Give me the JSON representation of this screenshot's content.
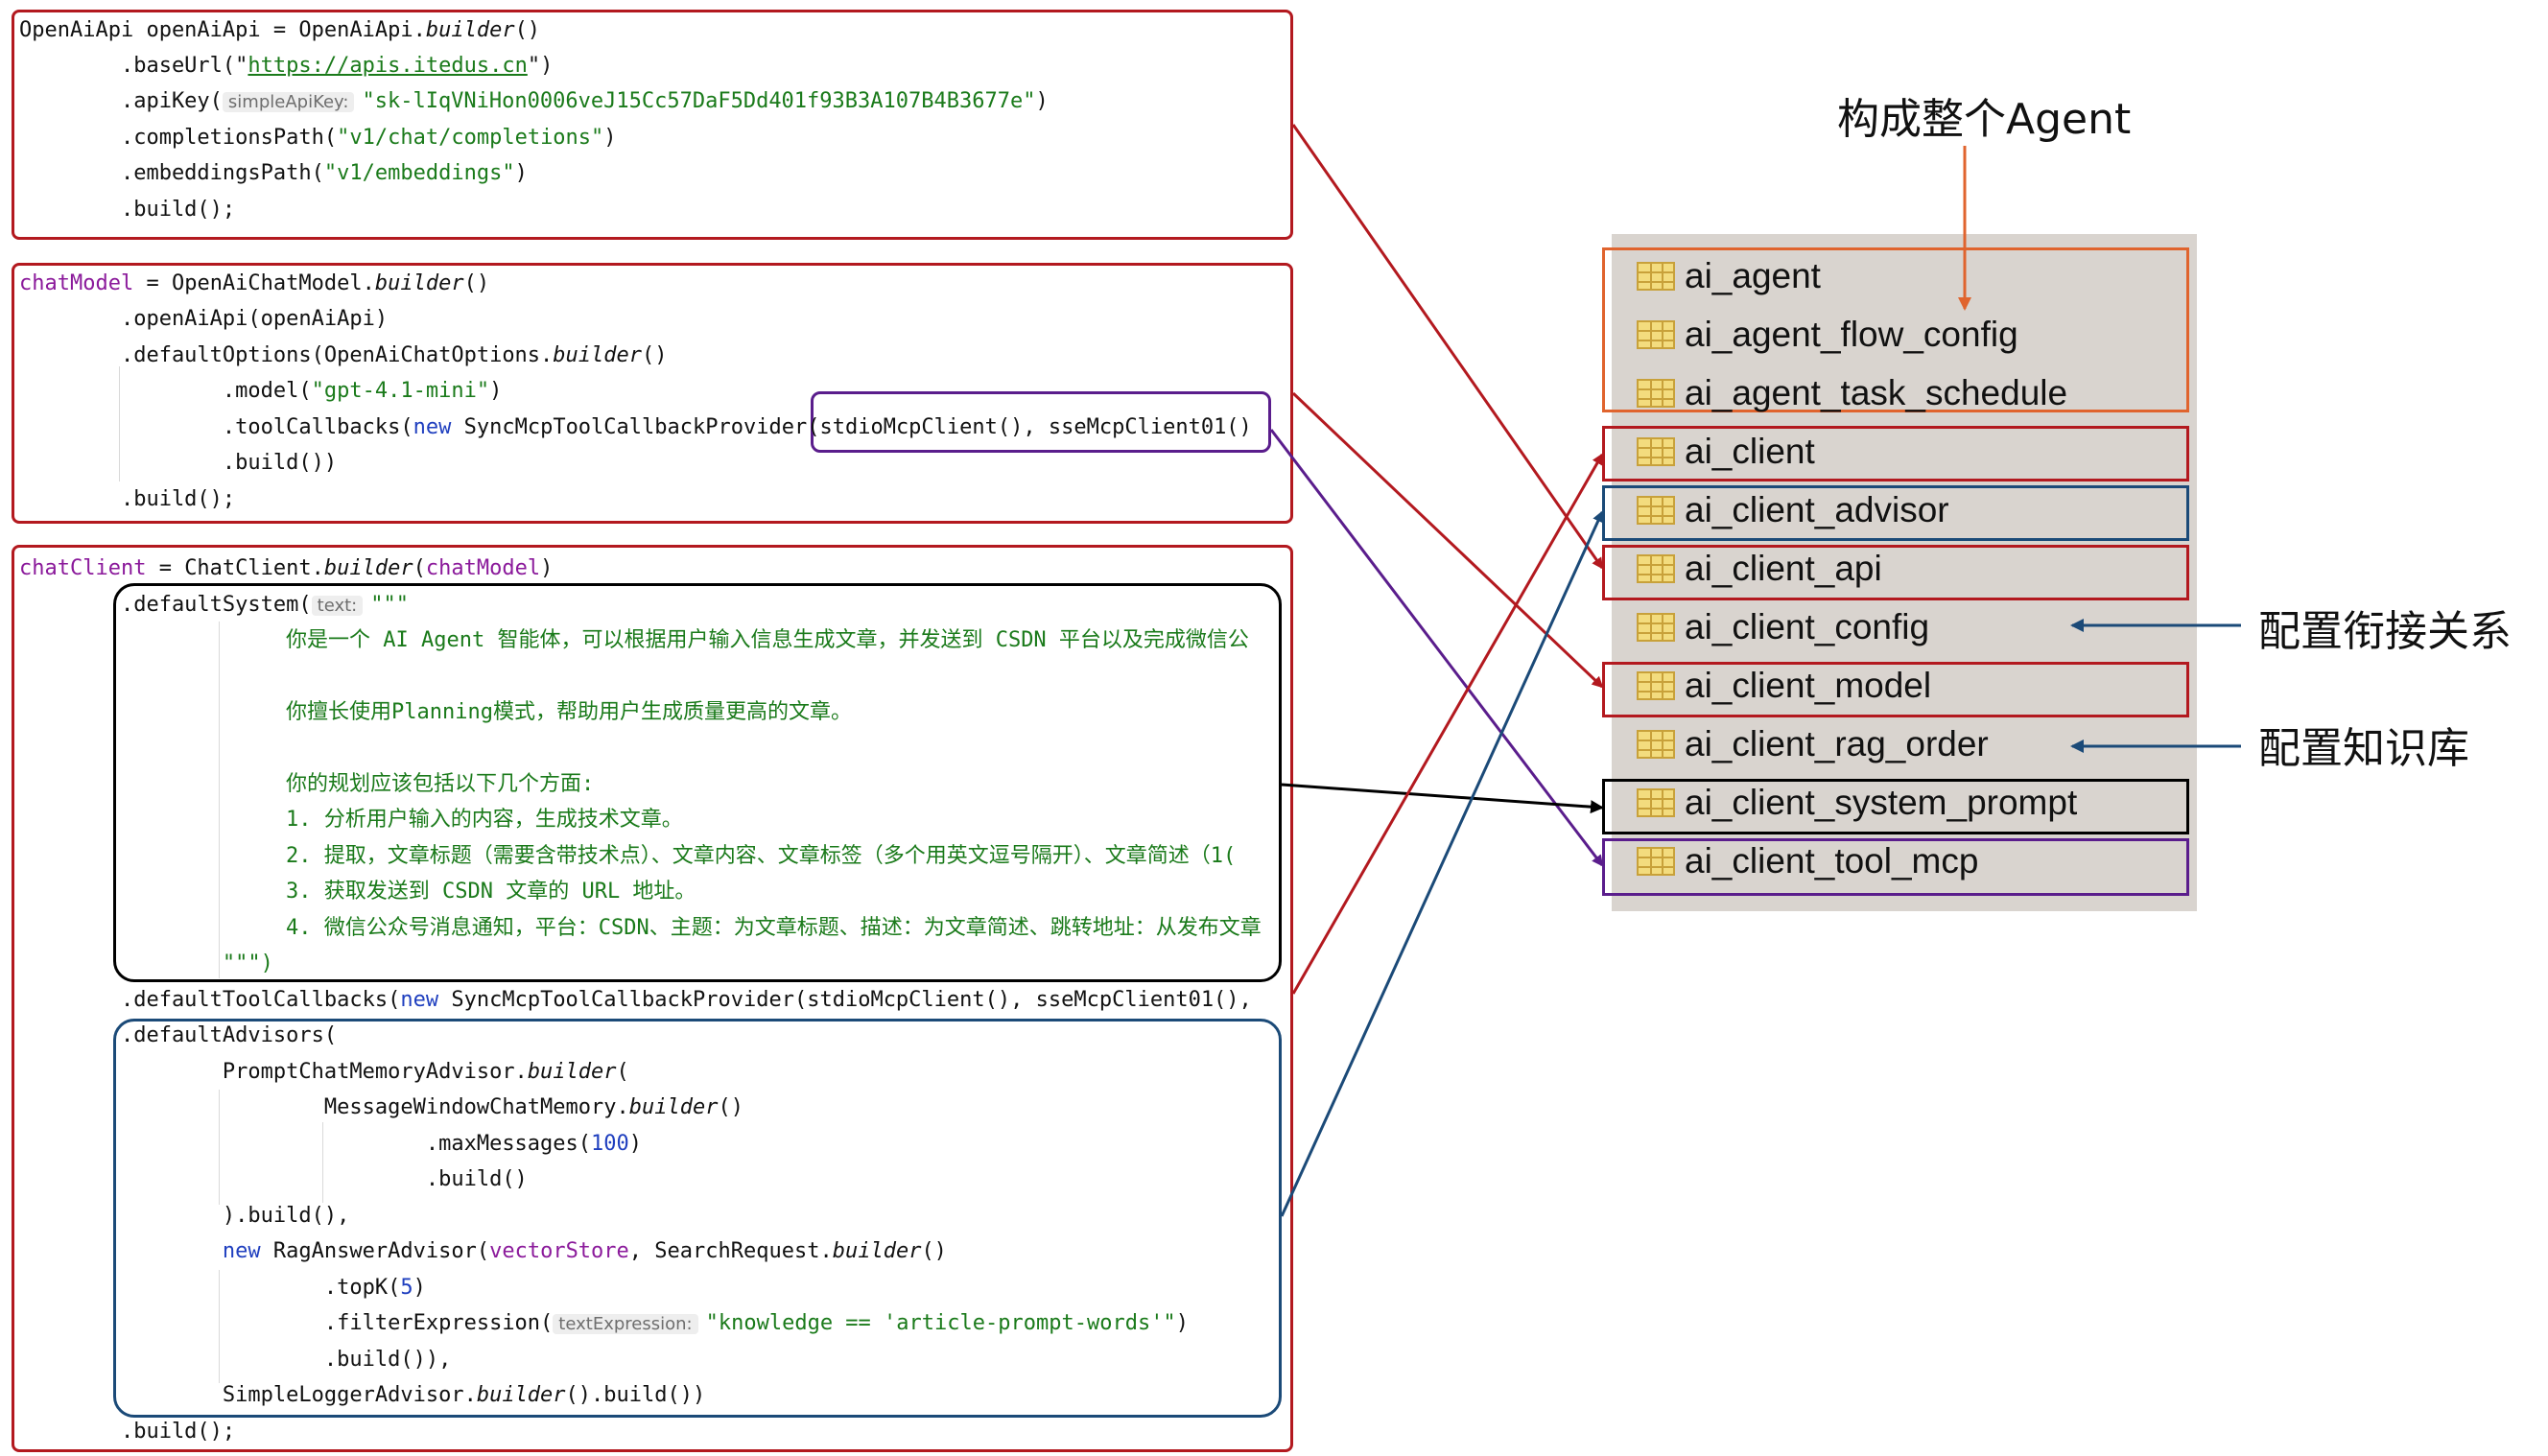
{
  "code": {
    "api": {
      "l1_decl": "OpenAiApi openAiApi = OpenAiApi.",
      "l1_builder": "builder",
      "l1_end": "()",
      "l2_pre": "        .baseUrl(\"",
      "l2_url": "https://apis.itedus.cn",
      "l2_end": "\")",
      "l3_pre": "        .apiKey(",
      "l3_hint": "simpleApiKey:",
      "l3_val": "\"sk-lIqVNiHon0006veJ15Cc57DaF5Dd401f93B3A107B4B3677e\"",
      "l3_end": ")",
      "l4_pre": "        .completionsPath(",
      "l4_val": "\"v1/chat/completions\"",
      "l4_end": ")",
      "l5_pre": "        .embeddingsPath(",
      "l5_val": "\"v1/embeddings\"",
      "l5_end": ")",
      "l6": "        .build();"
    },
    "model": {
      "l1_var": "chatModel",
      "l1_mid": " = OpenAiChatModel.",
      "l1_builder": "builder",
      "l1_end": "()",
      "l2": "        .openAiApi(openAiApi)",
      "l3_pre": "        .defaultOptions(OpenAiChatOptions.",
      "l3_builder": "builder",
      "l3_end": "()",
      "l4_pre": "                .model(",
      "l4_val": "\"gpt-4.1-mini\"",
      "l4_end": ")",
      "l5_pre": "                .toolCallbacks(",
      "l5_kw": "new",
      "l5_rest": " SyncMcpToolCallbackProvider(stdioMcpClient(), sseMcpClient01()",
      "l6": "                .build())",
      "l7": "        .build();"
    },
    "client": {
      "l1_var": "chatClient",
      "l1_mid": " = ChatClient.",
      "l1_builder": "builder",
      "l1_paren": "(",
      "l1_arg": "chatModel",
      "l1_end": ")",
      "l2_pre": "        .defaultSystem(",
      "l2_hint": "text:",
      "l2_end": "\"\"\"",
      "p1": "你是一个 AI Agent 智能体，可以根据用户输入信息生成文章，并发送到 CSDN 平台以及完成微信公",
      "p2": "你擅长使用Planning模式，帮助用户生成质量更高的文章。",
      "p3": "你的规划应该包括以下几个方面:",
      "p4": "1. 分析用户输入的内容，生成技术文章。",
      "p5": "2. 提取，文章标题（需要含带技术点）、文章内容、文章标签（多个用英文逗号隔开）、文章简述（1(",
      "p6": "3. 获取发送到 CSDN 文章的 URL 地址。",
      "p7": "4. 微信公众号消息通知，平台：CSDN、主题：为文章标题、描述：为文章简述、跳转地址：从发布文章",
      "l_close": "                \"\"\")",
      "l_tools_pre": "        .defaultToolCallbacks(",
      "l_tools_kw": "new",
      "l_tools_rest": " SyncMcpToolCallbackProvider(stdioMcpClient(), sseMcpClient01(),",
      "l_adv": "        .defaultAdvisors(",
      "a1_pre": "                PromptChatMemoryAdvisor.",
      "a1_builder": "builder",
      "a1_end": "(",
      "a2_pre": "                        MessageWindowChatMemory.",
      "a2_builder": "builder",
      "a2_end": "()",
      "a3_pre": "                                .maxMessages(",
      "a3_num": "100",
      "a3_end": ")",
      "a4": "                                .build()",
      "a5": "                ).build(),",
      "a6_kw": "new",
      "a6_mid": " RagAnswerAdvisor(",
      "a6_var": "vectorStore",
      "a6_mid2": ", SearchRequest.",
      "a6_builder": "builder",
      "a6_end": "()",
      "a7_pre": "                        .topK(",
      "a7_num": "5",
      "a7_end": ")",
      "a8_pre": "                        .filterExpression(",
      "a8_hint": "textExpression:",
      "a8_val": "\"knowledge == 'article-prompt-words'\"",
      "a8_end": ")",
      "a9": "                        .build()),",
      "a10_pre": "                SimpleLoggerAdvisor.",
      "a10_builder": "builder",
      "a10_end": "().build())",
      "l_final": "        .build();"
    }
  },
  "tables": [
    {
      "name": "ai_agent"
    },
    {
      "name": "ai_agent_flow_config"
    },
    {
      "name": "ai_agent_task_schedule"
    },
    {
      "name": "ai_client"
    },
    {
      "name": "ai_client_advisor"
    },
    {
      "name": "ai_client_api"
    },
    {
      "name": "ai_client_config"
    },
    {
      "name": "ai_client_model"
    },
    {
      "name": "ai_client_rag_order"
    },
    {
      "name": "ai_client_system_prompt"
    },
    {
      "name": "ai_client_tool_mcp"
    }
  ],
  "annotations": {
    "agent": "构成整个Agent",
    "config": "配置衔接关系",
    "rag": "配置知识库"
  },
  "colors": {
    "red": "#b3191f",
    "purple": "#5a1d8c",
    "black": "#000000",
    "blue": "#1b4a78",
    "orange": "#e0642e",
    "panel": "#d9d4cf"
  }
}
